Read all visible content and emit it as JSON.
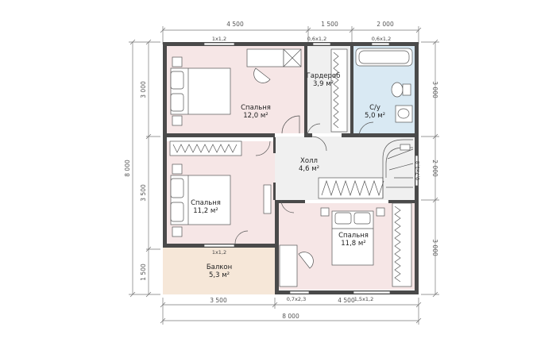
{
  "colors": {
    "wall": "#4a4a4a",
    "bedroom_fill": "#f6e6e6",
    "bathroom_fill": "#d9e9f3",
    "hall_fill": "#f0f0f0",
    "balcony_fill": "#f6e7d8",
    "dimension_line": "#777777",
    "furniture": "#555555"
  },
  "dimensions": {
    "top": [
      "4 500",
      "1 500",
      "2 000"
    ],
    "bottom_inner": [
      "3 500",
      "4 500"
    ],
    "bottom_total": "8 000",
    "left_total": "8 000",
    "left": [
      "3 000",
      "3 500",
      "1 500"
    ],
    "right": [
      "3 000",
      "2 000",
      "3 000"
    ]
  },
  "windows": {
    "top_bedroom": "1x1,2",
    "top_wardrobe": "0,6x1,2",
    "top_bathroom": "0,6x1,2",
    "bedroom2_bottom": "1x1,2",
    "right_stairs": "0,7x1,8",
    "bottom_door": "0,7x2,3",
    "bottom_bedroom3": "1,5x1,2"
  },
  "rooms": {
    "bedroom1": {
      "name": "Спальня",
      "area": "12,0 м²"
    },
    "wardrobe": {
      "name": "Гардероб",
      "area": "3,9 м²"
    },
    "bathroom": {
      "name": "С/у",
      "area": "5,0 м²"
    },
    "hall": {
      "name": "Холл",
      "area": "4,6 м²"
    },
    "bedroom2": {
      "name": "Спальня",
      "area": "11,2 м²"
    },
    "bedroom3": {
      "name": "Спальня",
      "area": "11,8 м²"
    },
    "balcony": {
      "name": "Балкон",
      "area": "5,3 м²"
    }
  }
}
